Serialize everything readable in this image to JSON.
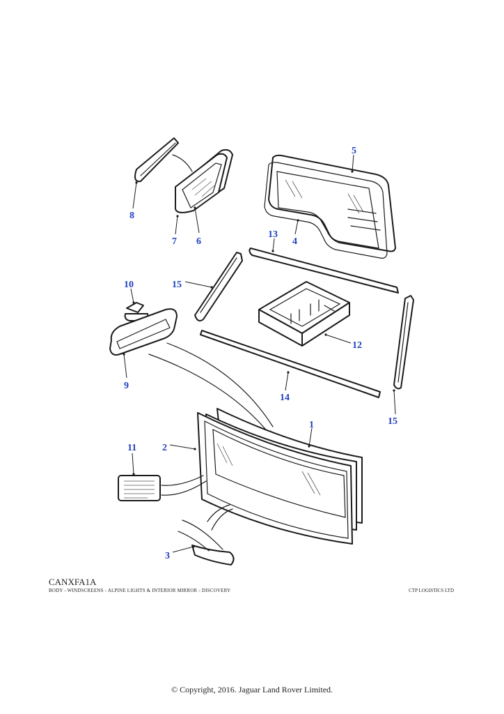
{
  "diagram": {
    "code": "CANXFA1A",
    "caption": "BODY - WINDSCREENS - ALPINE LIGHTS & INTERIOR MIRROR - DISCOVERY",
    "vendor": "CTP LOGISTICS LTD",
    "copyright": "© Copyright, 2016. Jaguar Land Rover Limited.",
    "callouts": {
      "c1": "1",
      "c2": "2",
      "c3": "3",
      "c4": "4",
      "c5": "5",
      "c6": "6",
      "c7": "7",
      "c8": "8",
      "c9": "9",
      "c10": "10",
      "c11": "11",
      "c12": "12",
      "c13": "13",
      "c14": "14",
      "c15a": "15",
      "c15b": "15"
    }
  }
}
